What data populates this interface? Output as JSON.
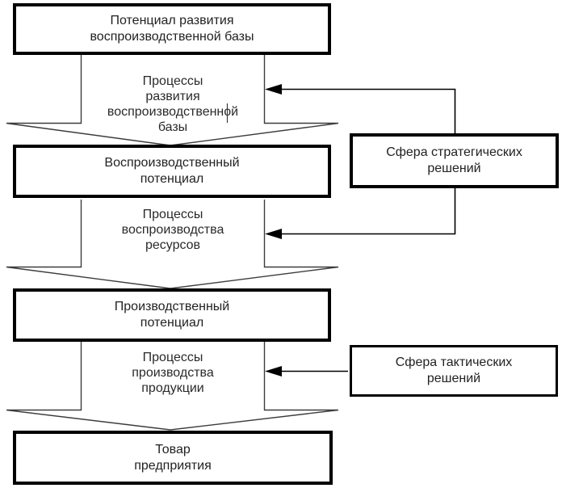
{
  "palette": {
    "background": "#ffffff",
    "border_color": "#000000",
    "thin_line_color": "#3c3c3c",
    "text_color": "#222222"
  },
  "flow_boxes": [
    {
      "id": "development-potential",
      "label": "Потенциал развития\nвоспроизводственной базы"
    },
    {
      "id": "reproduction-potential",
      "label": "Воспроизводственный\nпотенциал"
    },
    {
      "id": "production-potential",
      "label": "Производственный\nпотенциал"
    },
    {
      "id": "enterprise-product",
      "label": "Товар\nпредприятия"
    }
  ],
  "process_labels": [
    {
      "id": "development-processes",
      "label": "Процессы\nразвития\nвоспроизводственной\nбазы"
    },
    {
      "id": "reproduction-processes",
      "label": "Процессы\nвоспроизводства\nресурсов"
    },
    {
      "id": "production-processes",
      "label": "Процессы\nпроизводства\nпродукции"
    }
  ],
  "decision_boxes": [
    {
      "id": "strategic-decisions",
      "label": "Сфера стратегических\nрешений"
    },
    {
      "id": "tactical-decisions",
      "label": "Сфера тактических\nрешений"
    }
  ]
}
